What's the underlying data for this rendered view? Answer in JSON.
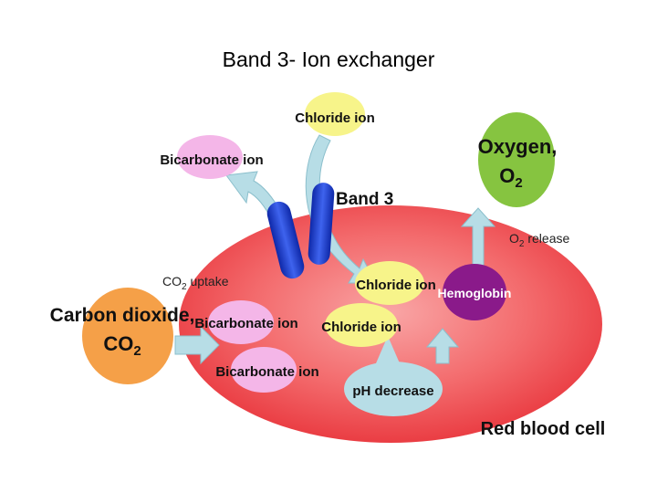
{
  "title": "Band 3- Ion exchanger",
  "labels": {
    "chloride_top": "Chloride ion",
    "bicarbonate_top": "Bicarbonate ion",
    "band3": "Band 3",
    "oxygen_line1": "Oxygen,",
    "oxygen_line2": "O",
    "oxygen_sub": "2",
    "o2_release_main": "O",
    "o2_release_sub": "2",
    "o2_release_rest": " release",
    "co2_uptake_main": "CO",
    "co2_uptake_sub": "2",
    "co2_uptake_rest": " uptake",
    "carbon_dioxide_line1": "Carbon dioxide,",
    "carbon_dioxide_line2": "CO",
    "carbon_dioxide_sub": "2",
    "chloride_inside_1": "Chloride ion",
    "chloride_inside_2": "Chloride ion",
    "bicarbonate_inside_1": "Bicarbonate ion",
    "bicarbonate_inside_2": "Bicarbonate ion",
    "hemoglobin": "Hemoglobin",
    "ph_decrease": "pH decrease",
    "red_blood_cell": "Red blood cell"
  },
  "colors": {
    "cell": "#f2484e",
    "chloride": "#f7f48a",
    "bicarbonate": "#f4b6e8",
    "oxygen": "#86c440",
    "carbon_dioxide": "#f5a048",
    "hemoglobin": "#8a1a8a",
    "band3": "#1f3fd0",
    "arrow": "#b7dde6"
  }
}
